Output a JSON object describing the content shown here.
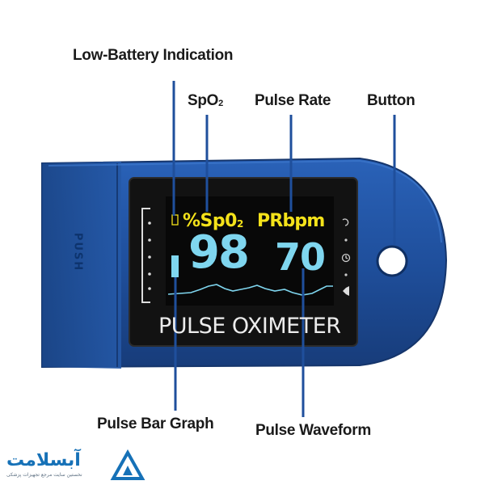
{
  "callouts": {
    "low_battery": "Low-Battery Indication",
    "spo2": "SpO",
    "spo2_sub": "2",
    "pulse_rate": "Pulse Rate",
    "button": "Button",
    "pulse_bar": "Pulse Bar Graph",
    "pulse_waveform": "Pulse Waveform"
  },
  "display": {
    "spo2_label": "%Sp0",
    "spo2_label_sub": "2",
    "pr_label": "PRbpm",
    "spo2_value": "98",
    "pr_value": "70",
    "brand": "PULSE OXIMETER"
  },
  "device": {
    "side_text": "PUSH",
    "body_color": "#1f4f9c",
    "screen_color": "#111111",
    "label_color": "#f4e21a",
    "value_color": "#7fd6ef"
  },
  "icons": [
    "battery-icon",
    "pulse-bar-icon",
    "loop-icon",
    "clock-icon",
    "speaker-icon",
    "power-button-icon"
  ],
  "watermark": {
    "logo_text": "آبسلامت",
    "logo_subtext": "نخستین سایت مرجع تجهیزات پزشکی"
  }
}
